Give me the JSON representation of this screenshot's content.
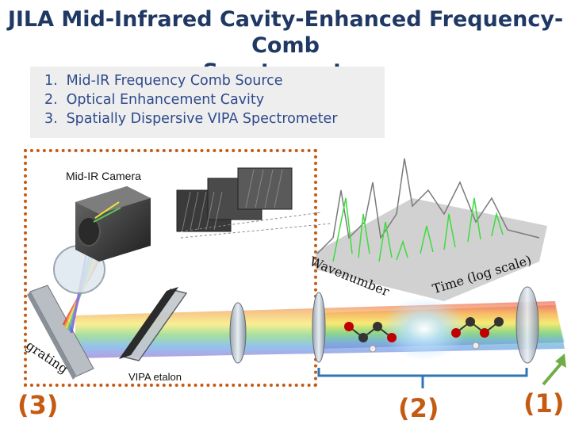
{
  "title": {
    "line1": "JILA Mid-Infrared Cavity-Enhanced Frequency-Comb",
    "line2": "Spectrometer"
  },
  "list": [
    {
      "num": "1.",
      "text": "Mid-IR Frequency Comb Source"
    },
    {
      "num": "2.",
      "text": "Optical Enhancement Cavity"
    },
    {
      "num": "3.",
      "text": "Spatially Dispersive VIPA Spectrometer"
    }
  ],
  "labels": {
    "camera": "Mid-IR Camera",
    "wavenumber": "Wavenumber",
    "time": "Time (log scale)",
    "grating": "grating",
    "vipa": "VIPA etalon"
  },
  "markers": {
    "m1": "(1)",
    "m2": "(2)",
    "m3": "(3)"
  },
  "colors": {
    "title": "#1f3864",
    "list_text": "#2e4a8c",
    "accent": "#c55a11",
    "arrow": "#70ad47",
    "bracket": "#2e75b6"
  }
}
